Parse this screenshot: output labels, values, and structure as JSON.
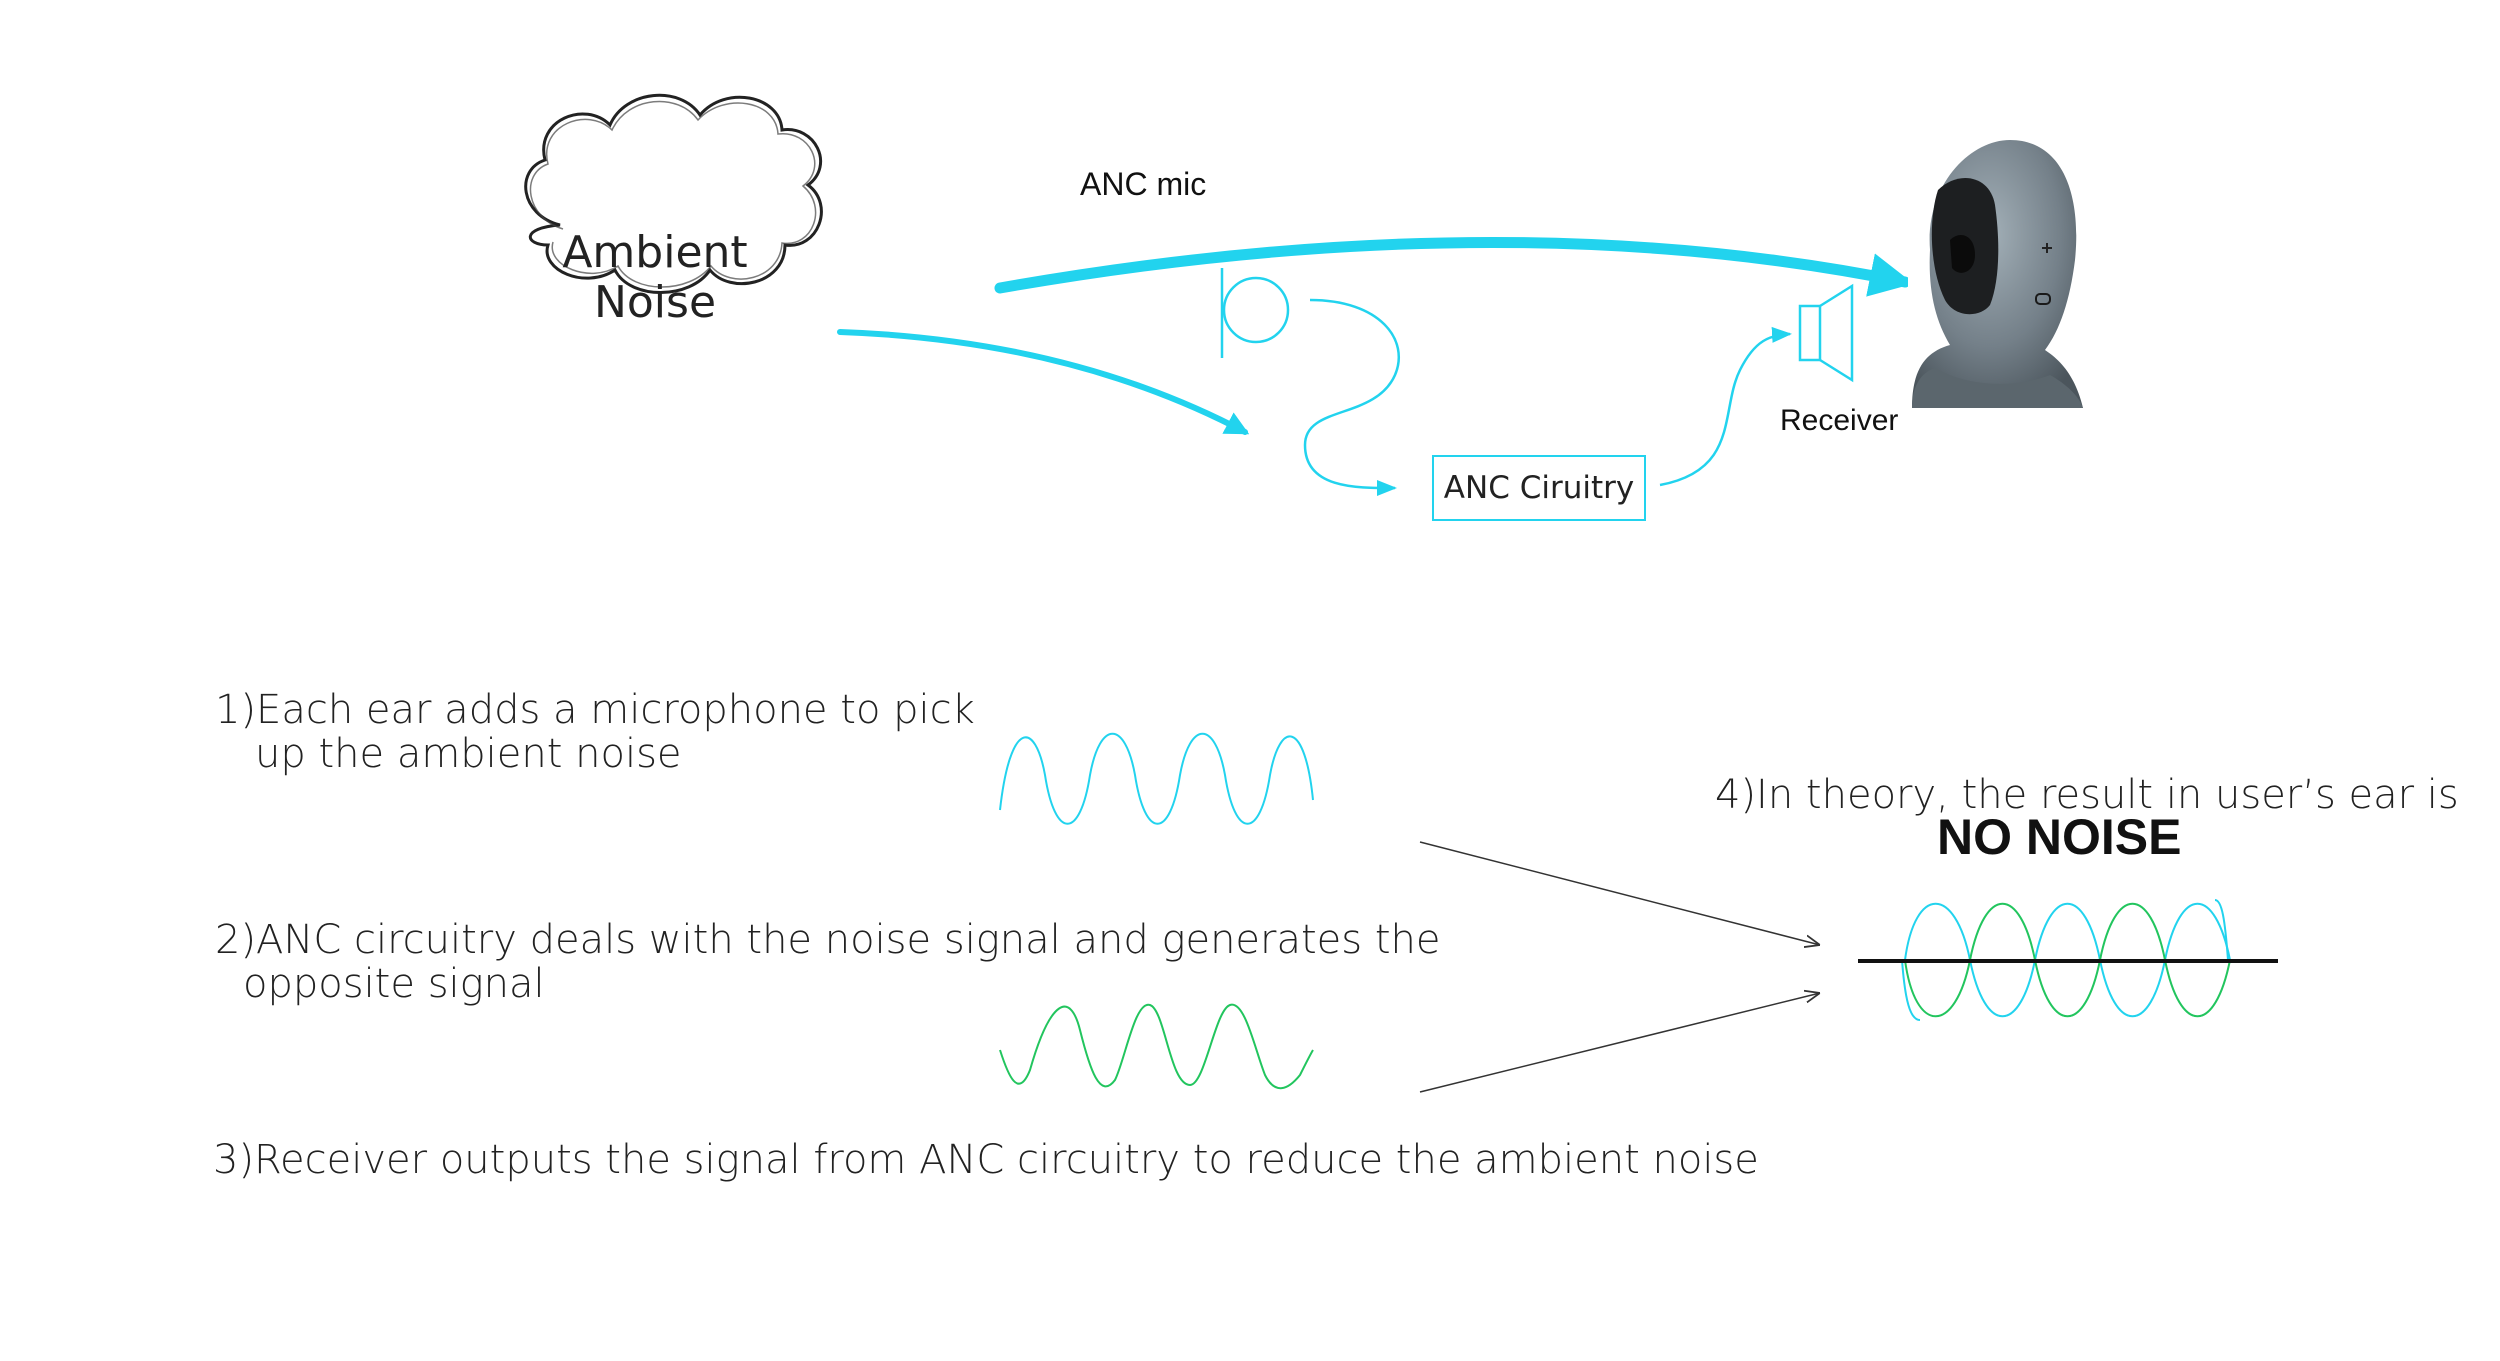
{
  "cloud": {
    "line1": "Ambient",
    "line2": "Noise"
  },
  "labels": {
    "anc_mic": "ANC mic",
    "anc_circuitry": "ANC Ciruitry",
    "receiver": "Receiver"
  },
  "steps": {
    "step1_line1": "1)Each ear adds a microphone to pick",
    "step1_line2": "up the ambient noise",
    "step2_line1": "2)ANC circuitry deals with the noise signal and generates the",
    "step2_line2": "opposite signal",
    "step3": "3)Receiver outputs the signal from ANC circuitry to reduce the ambient noise",
    "step4": "4)In theory, the result in user’s ear is",
    "result": "NO NOISE"
  },
  "colors": {
    "cyan": "#22d3ee",
    "green": "#22c55e",
    "head": "#7b8a94",
    "dark": "#111111"
  }
}
